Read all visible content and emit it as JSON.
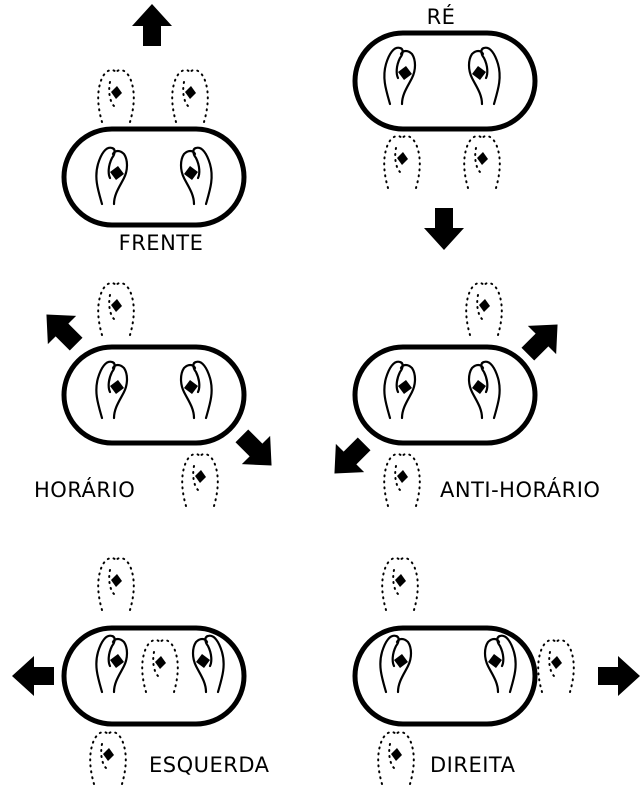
{
  "diagram": {
    "panels": [
      {
        "id": "forward",
        "label": "FRENTE",
        "arrow": "up"
      },
      {
        "id": "reverse",
        "label": "RÉ",
        "arrow": "down"
      },
      {
        "id": "clockwise",
        "label": "HORÁRIO",
        "arrow": "rotate-clockwise"
      },
      {
        "id": "counterclockwise",
        "label": "ANTI-HORÁRIO",
        "arrow": "rotate-counterclockwise"
      },
      {
        "id": "left",
        "label": "ESQUERDA",
        "arrow": "left"
      },
      {
        "id": "right",
        "label": "DIREITA",
        "arrow": "right"
      }
    ]
  }
}
